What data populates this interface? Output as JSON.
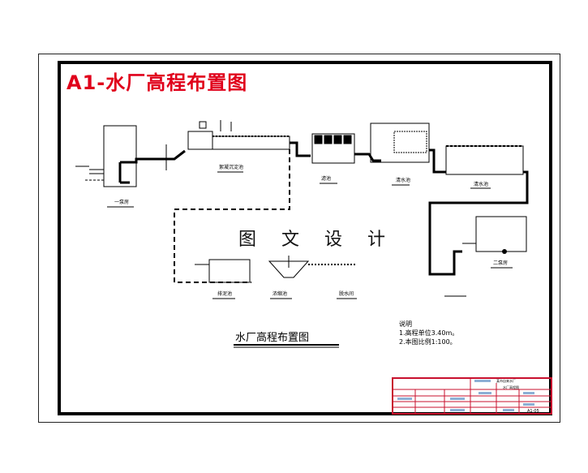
{
  "header": {
    "title": "A1-水厂高程布置图"
  },
  "watermark": {
    "text": "图 文 设 计"
  },
  "plan": {
    "title": "水厂高程布置图"
  },
  "notes": {
    "heading": "说明",
    "items": [
      "1.高程单位3.40m。",
      "2.本图比例1:100。"
    ]
  },
  "units": {
    "pump_station_1": "一泵房",
    "flocculation": "絮凝沉淀池",
    "filter": "滤池",
    "clear_well": "清水池",
    "pump_station_2": "二泵房",
    "sludge_tank": "排泥池",
    "thickener": "浓缩池",
    "dewatering": "脱水间"
  },
  "title_block": {
    "project": "某市自来水厂",
    "drawing": "水厂高程图",
    "number": "A1-05"
  },
  "colors": {
    "title": "#e0001b",
    "frame": "#000000",
    "title_block": "#c8102e",
    "accent": "#2f6fb3"
  }
}
